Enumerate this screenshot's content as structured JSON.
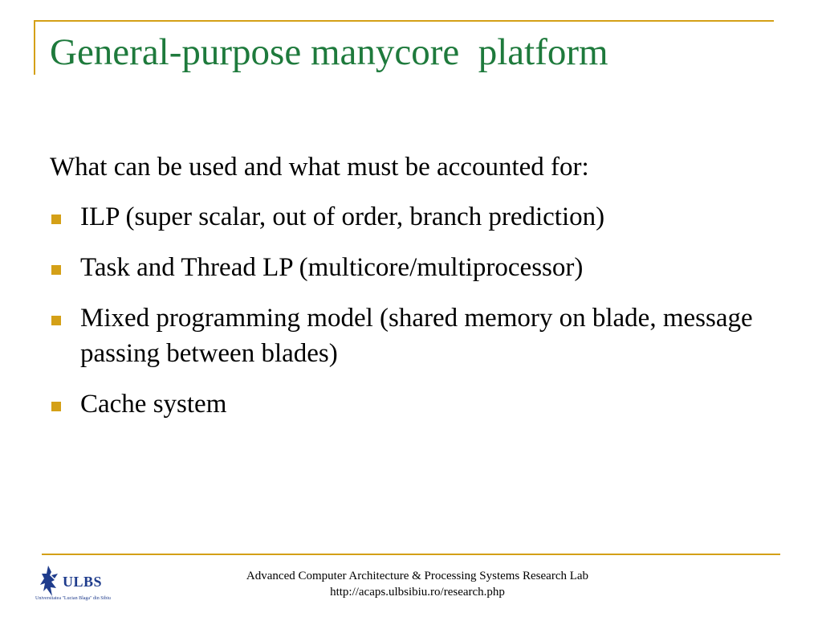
{
  "slide": {
    "title": "General-purpose manycore  platform",
    "intro": "What can be used and what must be accounted for:",
    "bullets": [
      "ILP (super scalar, out of  order, branch prediction)",
      "Task and Thread LP (multicore/multiprocessor)",
      "Mixed programming model (shared memory on blade, message passing between blades)",
      "Cache system"
    ]
  },
  "footer": {
    "lab": "Advanced Computer Architecture & Processing Systems Research Lab",
    "url": "http://acaps.ulbsibiu.ro/research.php"
  },
  "logo": {
    "name": "ULBS",
    "subtitle": "Universitatea \"Lucian Blaga\" din Sibiu",
    "icon": "eagle-icon"
  },
  "colors": {
    "title": "#1e7a3c",
    "accent": "#d4a017",
    "logo": "#1f3c8c"
  }
}
